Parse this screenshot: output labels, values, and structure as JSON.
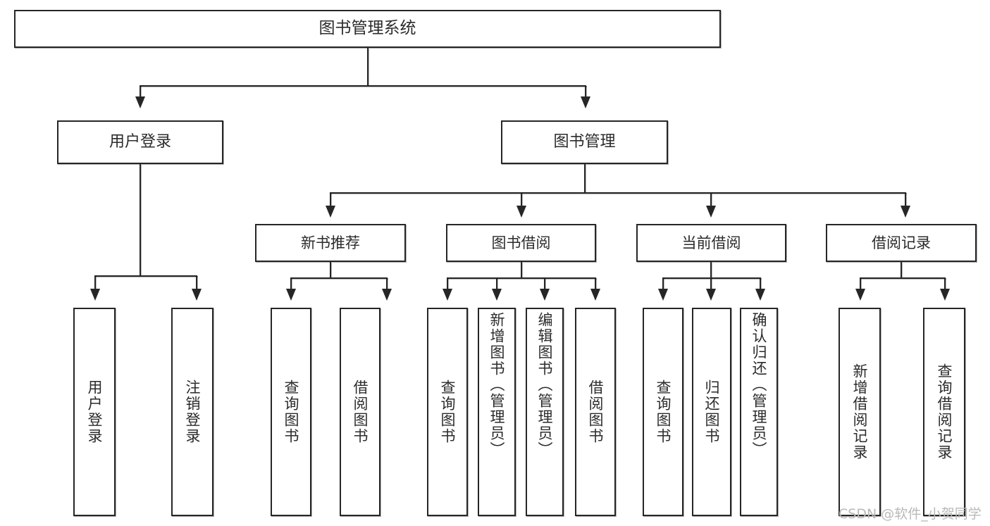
{
  "diagram": {
    "type": "tree-hierarchy",
    "title": "图书管理系统",
    "watermark": "CSDN @软件_小贺同学",
    "colors": {
      "box_border": "#262626",
      "box_fill": "#ffffff",
      "text": "#2b2b2b",
      "connector": "#262626",
      "watermark": "#b9b9b9",
      "background": "#ffffff"
    },
    "nodes": {
      "root": {
        "label": "图书管理系统"
      },
      "level2": [
        {
          "id": "user-login",
          "label": "用户登录"
        },
        {
          "id": "book-management",
          "label": "图书管理"
        }
      ],
      "level3": [
        {
          "id": "new-book-recommend",
          "label": "新书推荐"
        },
        {
          "id": "book-borrow",
          "label": "图书借阅"
        },
        {
          "id": "current-borrow",
          "label": "当前借阅"
        },
        {
          "id": "borrow-record",
          "label": "借阅记录"
        }
      ],
      "leaves": [
        {
          "id": "leaf-user-login",
          "label": "用户登录",
          "parent": "user-login"
        },
        {
          "id": "leaf-logout-login",
          "label": "注销登录",
          "parent": "user-login"
        },
        {
          "id": "leaf-query-book-1",
          "label": "查询图书",
          "parent": "new-book-recommend"
        },
        {
          "id": "leaf-borrow-book-1",
          "label": "借阅图书",
          "parent": "new-book-recommend"
        },
        {
          "id": "leaf-query-book-2",
          "label": "查询图书",
          "parent": "book-borrow"
        },
        {
          "id": "leaf-add-book",
          "label": "新增图书（管理员）",
          "parent": "book-borrow"
        },
        {
          "id": "leaf-edit-book",
          "label": "编辑图书（管理员）",
          "parent": "book-borrow"
        },
        {
          "id": "leaf-borrow-book-2",
          "label": "借阅图书",
          "parent": "book-borrow"
        },
        {
          "id": "leaf-query-book-3",
          "label": "查询图书",
          "parent": "current-borrow"
        },
        {
          "id": "leaf-return-book",
          "label": "归还图书",
          "parent": "current-borrow"
        },
        {
          "id": "leaf-confirm-return",
          "label": "确认归还（管理员）",
          "parent": "current-borrow"
        },
        {
          "id": "leaf-add-record",
          "label": "新增借阅记录",
          "parent": "borrow-record"
        },
        {
          "id": "leaf-query-record",
          "label": "查询借阅记录",
          "parent": "borrow-record"
        }
      ]
    }
  }
}
